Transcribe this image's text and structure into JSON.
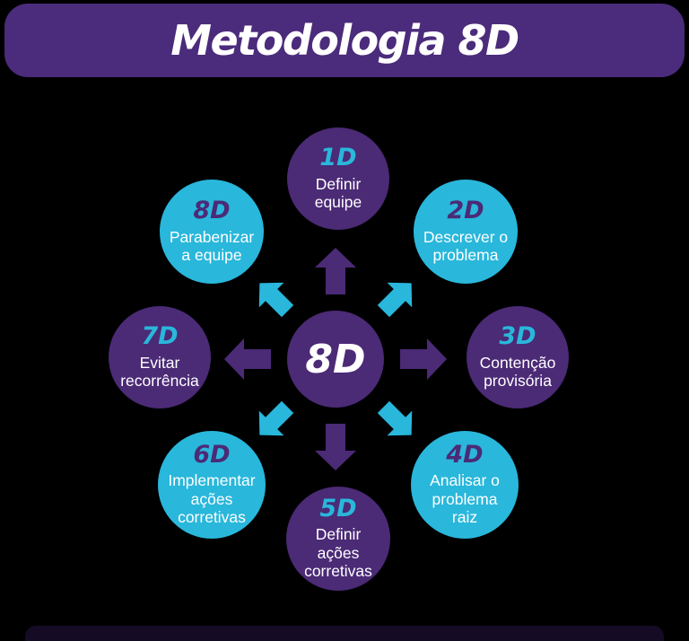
{
  "app": {
    "title": "Metodologia 8D"
  },
  "center_hub": {
    "label": "8D"
  },
  "steps": [
    {
      "id": "1D",
      "lines": [
        "Definir",
        "equipe"
      ]
    },
    {
      "id": "2D",
      "lines": [
        "Descrever o",
        "problema"
      ]
    },
    {
      "id": "3D",
      "lines": [
        "Contenção",
        "provisória"
      ]
    },
    {
      "id": "4D",
      "lines": [
        "Analisar o",
        "problema",
        "raiz"
      ]
    },
    {
      "id": "5D",
      "lines": [
        "Definir",
        "ações",
        "corretivas"
      ]
    },
    {
      "id": "6D",
      "lines": [
        "Implementar",
        "ações",
        "corretivas"
      ]
    },
    {
      "id": "7D",
      "lines": [
        "Evitar",
        "recorrência"
      ]
    },
    {
      "id": "8D",
      "lines": [
        "Parabenizar",
        "a equipe"
      ]
    }
  ],
  "icons": {
    "outward_arrows": [
      "arrow-up-icon",
      "arrow-up-right-icon",
      "arrow-right-icon",
      "arrow-down-right-icon",
      "arrow-down-icon",
      "arrow-down-left-icon",
      "arrow-left-icon",
      "arrow-up-left-icon"
    ]
  },
  "colors": {
    "background": "#000000",
    "header_purple": "#4b2b7b",
    "circle_purple": "#4b2a76",
    "circle_cyan": "#29b7db",
    "number_on_purple": "#29b7db",
    "number_on_cyan": "#4b2a76",
    "body_text": "#ffffff"
  }
}
